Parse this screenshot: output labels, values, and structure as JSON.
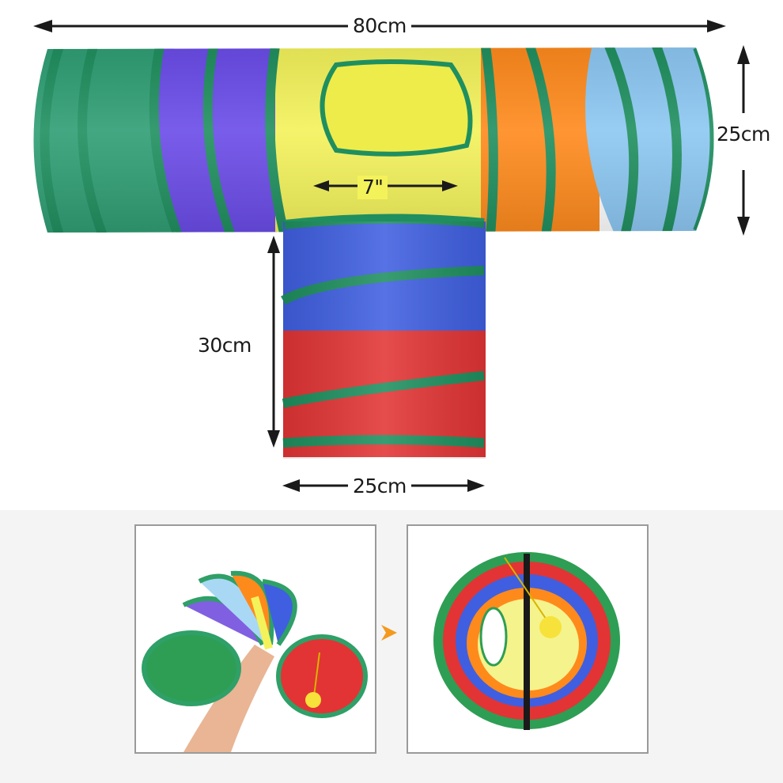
{
  "diagram": {
    "title": "Cat tunnel T-shape dimensions",
    "dimensions": {
      "total_length": "80cm",
      "tube_diameter": "25cm",
      "peephole_width": "7\"",
      "branch_length": "30cm",
      "branch_width": "25cm"
    },
    "main_tube_sections": [
      {
        "name": "green",
        "color": "#2e9e74"
      },
      {
        "name": "purple",
        "color": "#6a4be8"
      },
      {
        "name": "yellow",
        "color": "#f3f25a"
      },
      {
        "name": "orange",
        "color": "#ff8a1c"
      },
      {
        "name": "light-blue",
        "color": "#8cc7f2"
      }
    ],
    "branch_tube_sections": [
      {
        "name": "blue",
        "color": "#3f5fe0"
      },
      {
        "name": "red",
        "color": "#e23434"
      }
    ],
    "trim_color": "#1f8f5f",
    "arrow_color": "#1a1a1a"
  },
  "photos": [
    {
      "caption": "collapsing tunnel by hand"
    },
    {
      "caption": "folded tunnel with ball toy and strap"
    }
  ],
  "transition_arrow_color": "#f39a1e"
}
